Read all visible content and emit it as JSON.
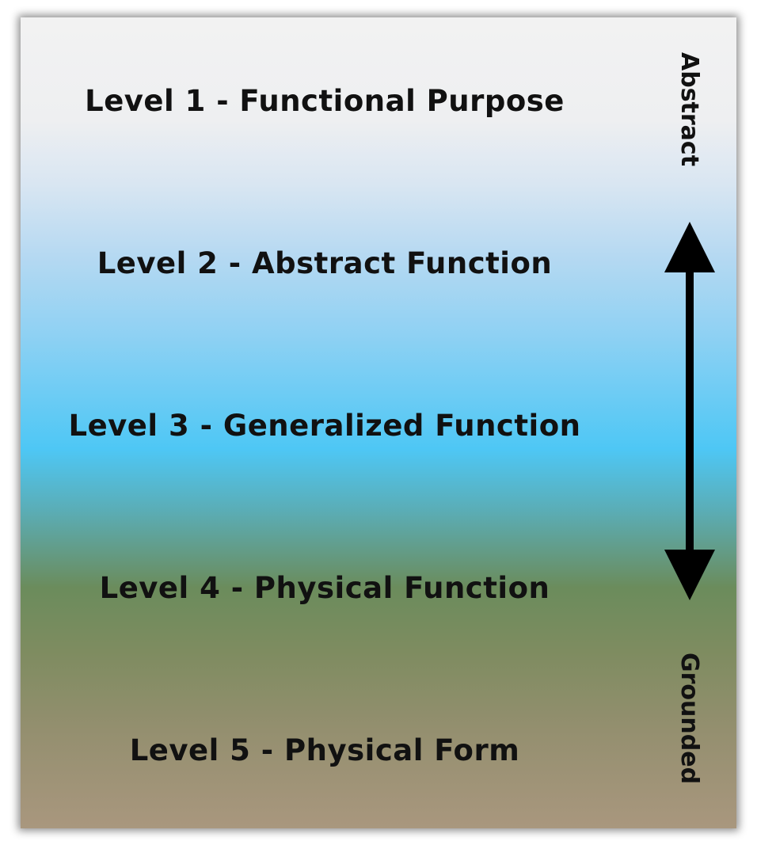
{
  "levels": [
    {
      "label": "Level 1 - Functional Purpose"
    },
    {
      "label": "Level 2 - Abstract Function"
    },
    {
      "label": "Level 3 - Generalized Function"
    },
    {
      "label": "Level 4 - Physical Function"
    },
    {
      "label": "Level 5 - Physical Form"
    }
  ],
  "axis": {
    "top_label": "Abstract",
    "bottom_label": "Grounded"
  },
  "colors": {
    "top": "#f2f2f2",
    "sky": "#4ec7f5",
    "green": "#6b8c5c",
    "bottom": "#a9977e",
    "text": "#111111"
  }
}
